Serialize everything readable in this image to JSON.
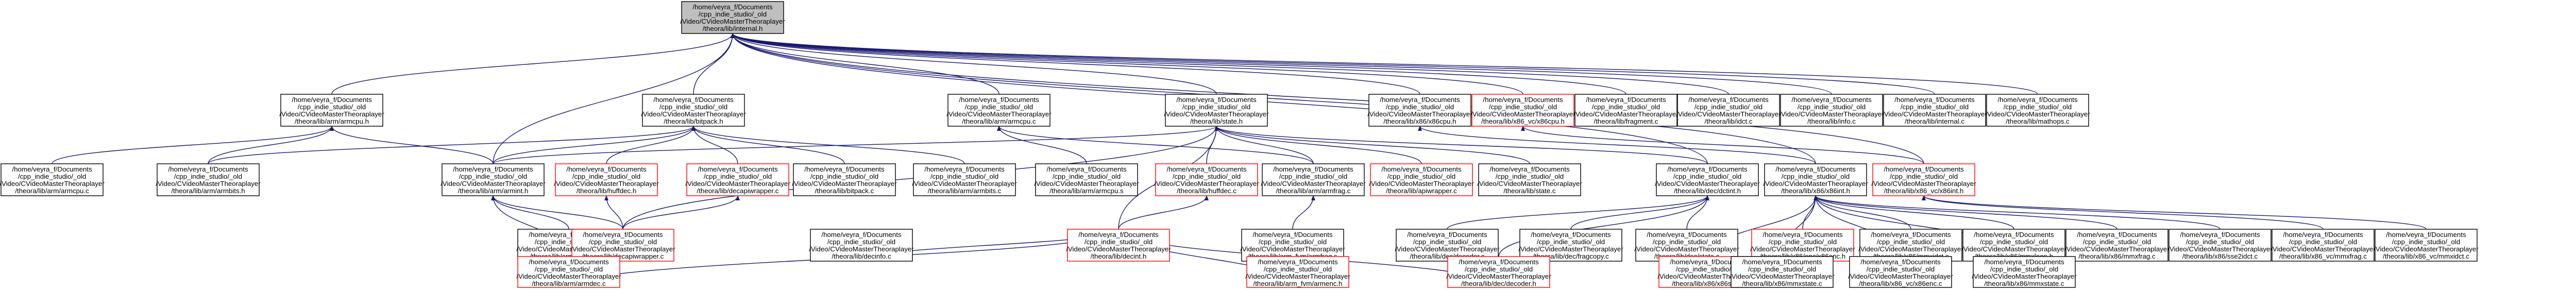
{
  "graph": {
    "edge_color": "#191970",
    "border_color_plain": "#000000",
    "border_color_missing": "#ff0000",
    "root_fill": "#bfbfbf",
    "nodes": [
      {
        "id": "root",
        "lines": [
          "/home/veyra_f/Documents",
          "/cpp_indie_studio/_old",
          "/Video/CVideoMasterTheoraplayer",
          "/theora/lib/internal.h"
        ],
        "style": "root"
      },
      {
        "id": "armcpu_h",
        "lines": [
          "/home/veyra_f/Documents",
          "/cpp_indie_studio/_old",
          "/Video/CVideoMasterTheoraplayer",
          "/theora/lib/arm/armcpu.h"
        ],
        "style": "plain"
      },
      {
        "id": "bitpack_h",
        "lines": [
          "/home/veyra_f/Documents",
          "/cpp_indie_studio/_old",
          "/Video/CVideoMasterTheoraplayer",
          "/theora/lib/bitpack.h"
        ],
        "style": "plain"
      },
      {
        "id": "armcpu_c_top",
        "lines": [
          "/home/veyra_f/Documents",
          "/cpp_indie_studio/_old",
          "/Video/CVideoMasterTheoraplayer",
          "/theora/lib/arm/armcpu.c"
        ],
        "style": "plain"
      },
      {
        "id": "state_h",
        "lines": [
          "/home/veyra_f/Documents",
          "/cpp_indie_studio/_old",
          "/Video/CVideoMasterTheoraplayer",
          "/theora/lib/state.h"
        ],
        "style": "plain"
      },
      {
        "id": "x86cpu_h",
        "lines": [
          "/home/veyra_f/Documents",
          "/cpp_indie_studio/_old",
          "/Video/CVideoMasterTheoraplayer",
          "/theora/lib/x86/x86cpu.h"
        ],
        "style": "plain"
      },
      {
        "id": "x86_vc_x86cpu_h",
        "lines": [
          "/home/veyra_f/Documents",
          "/cpp_indie_studio/_old",
          "/Video/CVideoMasterTheoraplayer",
          "/theora/lib/x86_vc/x86cpu.h"
        ],
        "style": "red"
      },
      {
        "id": "fragment_c",
        "lines": [
          "/home/veyra_f/Documents",
          "/cpp_indie_studio/_old",
          "/Video/CVideoMasterTheoraplayer",
          "/theora/lib/fragment.c"
        ],
        "style": "plain"
      },
      {
        "id": "idct_c",
        "lines": [
          "/home/veyra_f/Documents",
          "/cpp_indie_studio/_old",
          "/Video/CVideoMasterTheoraplayer",
          "/theora/lib/idct.c"
        ],
        "style": "plain"
      },
      {
        "id": "info_c",
        "lines": [
          "/home/veyra_f/Documents",
          "/cpp_indie_studio/_old",
          "/Video/CVideoMasterTheoraplayer",
          "/theora/lib/info.c"
        ],
        "style": "plain"
      },
      {
        "id": "internal_c",
        "lines": [
          "/home/veyra_f/Documents",
          "/cpp_indie_studio/_old",
          "/Video/CVideoMasterTheoraplayer",
          "/theora/lib/internal.c"
        ],
        "style": "plain"
      },
      {
        "id": "mathops_c",
        "lines": [
          "/home/veyra_f/Documents",
          "/cpp_indie_studio/_old",
          "/Video/CVideoMasterTheoraplayer",
          "/theora/lib/mathops.c"
        ],
        "style": "plain"
      },
      {
        "id": "armcpu_c_l3",
        "lines": [
          "/home/veyra_f/Documents",
          "/cpp_indie_studio/_old",
          "/Video/CVideoMasterTheoraplayer",
          "/theora/lib/arm/armcpu.c"
        ],
        "style": "plain"
      },
      {
        "id": "armbits_h",
        "lines": [
          "/home/veyra_f/Documents",
          "/cpp_indie_studio/_old",
          "/Video/CVideoMasterTheoraplayer",
          "/theora/lib/arm/armbits.h"
        ],
        "style": "plain"
      },
      {
        "id": "armint_h",
        "lines": [
          "/home/veyra_f/Documents",
          "/cpp_indie_studio/_old",
          "/Video/CVideoMasterTheoraplayer",
          "/theora/lib/arm/armint.h"
        ],
        "style": "plain"
      },
      {
        "id": "huffdec_h",
        "lines": [
          "/home/veyra_f/Documents",
          "/cpp_indie_studio/_old",
          "/Video/CVideoMasterTheoraplayer",
          "/theora/lib/huffdec.h"
        ],
        "style": "red"
      },
      {
        "id": "decapiwrapper_l3",
        "lines": [
          "/home/veyra_f/Documents",
          "/cpp_indie_studio/_old",
          "/Video/CVideoMasterTheoraplayer",
          "/theora/lib/decapiwrapper.c"
        ],
        "style": "red"
      },
      {
        "id": "bitpack_c",
        "lines": [
          "/home/veyra_f/Documents",
          "/cpp_indie_studio/_old",
          "/Video/CVideoMasterTheoraplayer",
          "/theora/lib/bitpack.c"
        ],
        "style": "plain"
      },
      {
        "id": "armbits_c",
        "lines": [
          "/home/veyra_f/Documents",
          "/cpp_indie_studio/_old",
          "/Video/CVideoMasterTheoraplayer",
          "/theora/lib/arm/armbits.c"
        ],
        "style": "plain"
      },
      {
        "id": "armcpu_s",
        "lines": [
          "/home/veyra_f/Documents",
          "/cpp_indie_studio/_old",
          "/Video/CVideoMasterTheoraplayer",
          "/theora/lib/arm/armcpu.s"
        ],
        "style": "plain"
      },
      {
        "id": "huffdec_c",
        "lines": [
          "/home/veyra_f/Documents",
          "/cpp_indie_studio/_old",
          "/Video/CVideoMasterTheoraplayer",
          "/theora/lib/huffdec.c"
        ],
        "style": "red"
      },
      {
        "id": "armfrag_c",
        "lines": [
          "/home/veyra_f/Documents",
          "/cpp_indie_studio/_old",
          "/Video/CVideoMasterTheoraplayer",
          "/theora/lib/arm/armfrag.c"
        ],
        "style": "plain"
      },
      {
        "id": "apiwrapper_c",
        "lines": [
          "/home/veyra_f/Documents",
          "/cpp_indie_studio/_old",
          "/Video/CVideoMasterTheoraplayer",
          "/theora/lib/apiwrapper.c"
        ],
        "style": "red"
      },
      {
        "id": "state_c",
        "lines": [
          "/home/veyra_f/Documents",
          "/cpp_indie_studio/_old",
          "/Video/CVideoMasterTheoraplayer",
          "/theora/lib/state.c"
        ],
        "style": "plain"
      },
      {
        "id": "dctint_h",
        "lines": [
          "/home/veyra_f/Documents",
          "/cpp_indie_studio/_old",
          "/Video/CVideoMasterTheoraplayer",
          "/theora/lib/dec/dctint.h"
        ],
        "style": "plain"
      },
      {
        "id": "x86int_h",
        "lines": [
          "/home/veyra_f/Documents",
          "/cpp_indie_studio/_old",
          "/Video/CVideoMasterTheoraplayer",
          "/theora/lib/x86/x86int.h"
        ],
        "style": "plain"
      },
      {
        "id": "x86_vc_x86int_h",
        "lines": [
          "/home/veyra_f/Documents",
          "/cpp_indie_studio/_old",
          "/Video/CVideoMasterTheoraplayer",
          "/theora/lib/x86_vc/x86int.h"
        ],
        "style": "red"
      },
      {
        "id": "armstate_c",
        "lines": [
          "/home/veyra_f/Documents",
          "/cpp_indie_studio/_old",
          "/Video/CVideoMasterTheoraplayer",
          "/theora/lib/arm/armstate.c"
        ],
        "style": "plain"
      },
      {
        "id": "decapiwrapper_l4",
        "lines": [
          "/home/veyra_f/Documents",
          "/cpp_indie_studio/_old",
          "/Video/CVideoMasterTheoraplayer",
          "/theora/lib/decapiwrapper.c"
        ],
        "style": "red"
      },
      {
        "id": "decinfo_c",
        "lines": [
          "/home/veyra_f/Documents",
          "/cpp_indie_studio/_old",
          "/Video/CVideoMasterTheoraplayer",
          "/theora/lib/decinfo.c"
        ],
        "style": "plain"
      },
      {
        "id": "decint_h",
        "lines": [
          "/home/veyra_f/Documents",
          "/cpp_indie_studio/_old",
          "/Video/CVideoMasterTheoraplayer",
          "/theora/lib/decint.h"
        ],
        "style": "red"
      },
      {
        "id": "armfrag_s",
        "lines": [
          "/home/veyra_f/Documents",
          "/cpp_indie_studio/_old",
          "/Video/CVideoMasterTheoraplayer",
          "/theora/lib/arm_fvm/armfrag.s"
        ],
        "style": "plain"
      },
      {
        "id": "decoder_c",
        "lines": [
          "/home/veyra_f/Documents",
          "/cpp_indie_studio/_old",
          "/Video/CVideoMasterTheoraplayer",
          "/theora/lib/dec/decoder.c"
        ],
        "style": "plain"
      },
      {
        "id": "fragcopy_c",
        "lines": [
          "/home/veyra_f/Documents",
          "/cpp_indie_studio/_old",
          "/Video/CVideoMasterTheoraplayer",
          "/theora/lib/dec/fragcopy.c"
        ],
        "style": "plain"
      },
      {
        "id": "dec_state_c",
        "lines": [
          "/home/veyra_f/Documents",
          "/cpp_indie_studio/_old",
          "/Video/CVideoMasterTheoraplayer",
          "/theora/lib/dec/state.c"
        ],
        "style": "plain"
      },
      {
        "id": "x86enc_h",
        "lines": [
          "/home/veyra_f/Documents",
          "/cpp_indie_studio/_old",
          "/Video/CVideoMasterTheoraplayer",
          "/theora/lib/x86/enc/x86enc.h"
        ],
        "style": "red"
      },
      {
        "id": "mmxidct_c",
        "lines": [
          "/home/veyra_f/Documents",
          "/cpp_indie_studio/_old",
          "/Video/CVideoMasterTheoraplayer",
          "/theora/lib/x86/mmxidct.c"
        ],
        "style": "plain"
      },
      {
        "id": "mmxloop_h",
        "lines": [
          "/home/veyra_f/Documents",
          "/cpp_indie_studio/_old",
          "/Video/CVideoMasterTheoraplayer",
          "/theora/lib/x86/mmxloop.h"
        ],
        "style": "plain"
      },
      {
        "id": "mmxfrag_c",
        "lines": [
          "/home/veyra_f/Documents",
          "/cpp_indie_studio/_old",
          "/Video/CVideoMasterTheoraplayer",
          "/theora/lib/x86/mmxfrag.c"
        ],
        "style": "plain"
      },
      {
        "id": "sse2idct_c",
        "lines": [
          "/home/veyra_f/Documents",
          "/cpp_indie_studio/_old",
          "/Video/CVideoMasterTheoraplayer",
          "/theora/lib/x86/sse2idct.c"
        ],
        "style": "plain"
      },
      {
        "id": "vc_mmxfrag_c",
        "lines": [
          "/home/veyra_f/Documents",
          "/cpp_indie_studio/_old",
          "/Video/CVideoMasterTheoraplayer",
          "/theora/lib/x86_vc/mmxfrag.c"
        ],
        "style": "plain"
      },
      {
        "id": "vc_mmxidct_c",
        "lines": [
          "/home/veyra_f/Documents",
          "/cpp_indie_studio/_old",
          "/Video/CVideoMasterTheoraplayer",
          "/theora/lib/x86_vc/mmxidct.c"
        ],
        "style": "plain"
      },
      {
        "id": "armdec_c",
        "lines": [
          "/home/veyra_f/Documents",
          "/cpp_indie_studio/_old",
          "/Video/CVideoMasterTheoraplayer",
          "/theora/lib/arm/armdec.c"
        ],
        "style": "red"
      },
      {
        "id": "armenc_h",
        "lines": [
          "/home/veyra_f/Documents",
          "/cpp_indie_studio/_old",
          "/Video/CVideoMasterTheoraplayer",
          "/theora/lib/arm_fvm/armenc.h"
        ],
        "style": "red"
      },
      {
        "id": "dec_decoder_h",
        "lines": [
          "/home/veyra_f/Documents",
          "/cpp_indie_studio/_old",
          "/Video/CVideoMasterTheoraplayer",
          "/theora/lib/dec/decoder.h"
        ],
        "style": "red"
      },
      {
        "id": "x86state_c",
        "lines": [
          "/home/veyra_f/Documents",
          "/cpp_indie_studio/_old",
          "/Video/CVideoMasterTheoraplayer",
          "/theora/lib/x86/x86state.c"
        ],
        "style": "red"
      },
      {
        "id": "mmxstate_c",
        "lines": [
          "/home/veyra_f/Documents",
          "/cpp_indie_studio/_old",
          "/Video/CVideoMasterTheoraplayer",
          "/theora/lib/x86/mmxstate.c"
        ],
        "style": "plain"
      },
      {
        "id": "vc_x86enc_c",
        "lines": [
          "/home/veyra_f/Documents",
          "/cpp_indie_studio/_old",
          "/Video/CVideoMasterTheoraplayer",
          "/theora/lib/x86_vc/x86enc.c"
        ],
        "style": "plain"
      },
      {
        "id": "vc_mmxstate_c",
        "lines": [
          "/home/veyra_f/Documents",
          "/cpp_indie_studio/_old",
          "/Video/CVideoMasterTheoraplayer",
          "/theora/lib/x86/mmxstate.c"
        ],
        "style": "plain"
      }
    ],
    "edges": [
      [
        "armcpu_h",
        "root"
      ],
      [
        "bitpack_h",
        "root"
      ],
      [
        "armcpu_c_top",
        "root"
      ],
      [
        "state_h",
        "root"
      ],
      [
        "x86cpu_h",
        "root"
      ],
      [
        "x86_vc_x86cpu_h",
        "root"
      ],
      [
        "fragment_c",
        "root"
      ],
      [
        "idct_c",
        "root"
      ],
      [
        "info_c",
        "root"
      ],
      [
        "internal_c",
        "root"
      ],
      [
        "mathops_c",
        "root"
      ],
      [
        "armint_h",
        "root"
      ],
      [
        "dctint_h",
        "root"
      ],
      [
        "x86int_h",
        "root"
      ],
      [
        "x86_vc_x86int_h",
        "root"
      ],
      [
        "armcpu_c_l3",
        "armcpu_h"
      ],
      [
        "armbits_h",
        "armcpu_h"
      ],
      [
        "armint_h",
        "armcpu_h"
      ],
      [
        "huffdec_h",
        "bitpack_h"
      ],
      [
        "decapiwrapper_l3",
        "bitpack_h"
      ],
      [
        "bitpack_c",
        "bitpack_h"
      ],
      [
        "armbits_c",
        "bitpack_h"
      ],
      [
        "armbits_h",
        "bitpack_h"
      ],
      [
        "armint_h",
        "bitpack_h"
      ],
      [
        "armcpu_s",
        "armcpu_c_top"
      ],
      [
        "armfrag_c",
        "armcpu_c_top"
      ],
      [
        "huffdec_c",
        "state_h"
      ],
      [
        "apiwrapper_c",
        "state_h"
      ],
      [
        "state_c",
        "state_h"
      ],
      [
        "armint_h",
        "state_h"
      ],
      [
        "dctint_h",
        "state_h"
      ],
      [
        "decint_h",
        "state_h"
      ],
      [
        "armfrag_c",
        "state_h"
      ],
      [
        "decapiwrapper_l4",
        "state_h"
      ],
      [
        "x86int_h",
        "x86cpu_h"
      ],
      [
        "x86_vc_x86int_h",
        "x86_vc_x86cpu_h"
      ],
      [
        "armstate_c",
        "armint_h"
      ],
      [
        "decapiwrapper_l4",
        "armint_h"
      ],
      [
        "armdec_c",
        "armint_h"
      ],
      [
        "decapiwrapper_l4",
        "huffdec_h"
      ],
      [
        "decapiwrapper_l4",
        "decapiwrapper_l3"
      ],
      [
        "decint_h",
        "huffdec_c"
      ],
      [
        "armfrag_s",
        "armfrag_c"
      ],
      [
        "armenc_h",
        "decint_h"
      ],
      [
        "dec_decoder_h",
        "decint_h"
      ],
      [
        "armdec_c",
        "decint_h"
      ],
      [
        "decinfo_c",
        "decint_h"
      ],
      [
        "decoder_c",
        "dctint_h"
      ],
      [
        "fragcopy_c",
        "dctint_h"
      ],
      [
        "dec_state_c",
        "dctint_h"
      ],
      [
        "dec_decoder_h",
        "dctint_h"
      ],
      [
        "x86enc_h",
        "x86int_h"
      ],
      [
        "mmxidct_c",
        "x86int_h"
      ],
      [
        "mmxloop_h",
        "x86int_h"
      ],
      [
        "mmxfrag_c",
        "x86int_h"
      ],
      [
        "sse2idct_c",
        "x86int_h"
      ],
      [
        "x86state_c",
        "x86int_h"
      ],
      [
        "mmxstate_c",
        "x86int_h"
      ],
      [
        "vc_x86enc_c",
        "x86int_h"
      ],
      [
        "vc_mmxstate_c",
        "x86int_h"
      ],
      [
        "vc_mmxfrag_c",
        "x86_vc_x86int_h"
      ],
      [
        "vc_mmxidct_c",
        "x86_vc_x86int_h"
      ],
      [
        "x86state_c",
        "x86enc_h"
      ],
      [
        "vc_x86enc_c",
        "x86enc_h"
      ]
    ]
  }
}
